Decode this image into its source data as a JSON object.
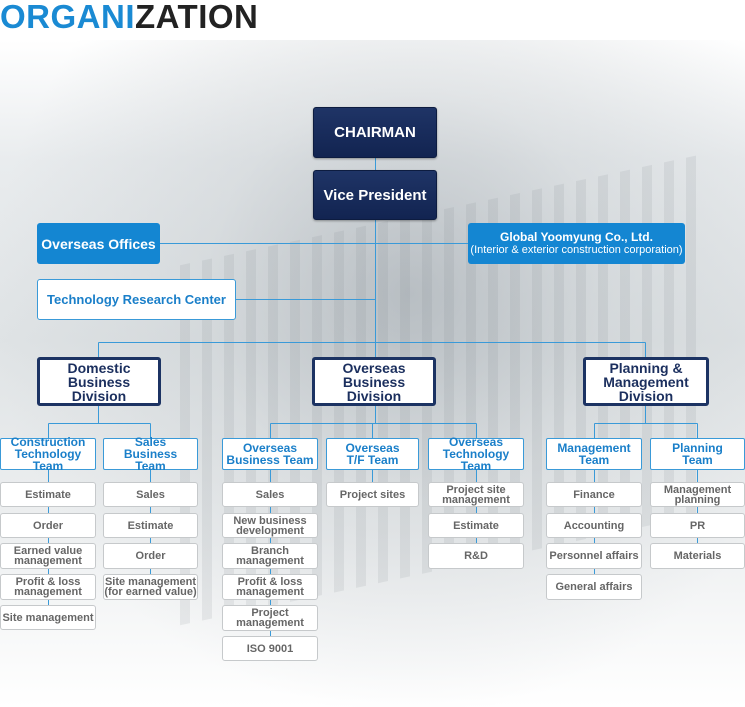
{
  "title": {
    "part1": "ORGANI",
    "part2": "ZATION"
  },
  "colors": {
    "accent": "#1a8ad3",
    "navy": "#1c3363",
    "line": "#3a9ad8"
  },
  "top": {
    "chairman": "CHAIRMAN",
    "vice_president": "Vice President",
    "overseas_offices": "Overseas Offices",
    "global_name": "Global Yoomyung Co., Ltd.",
    "global_desc": "(Interior & exterior construction corporation)",
    "tech_center": "Technology Research Center"
  },
  "divisions": {
    "domestic": "Domestic Business Division",
    "overseas": "Overseas Business Division",
    "planning": "Planning & Management Division"
  },
  "teams": {
    "construction_tech": {
      "name": "Construction Technology Team",
      "items": [
        "Estimate",
        "Order",
        "Earned value management",
        "Profit & loss management",
        "Site management"
      ]
    },
    "sales": {
      "name": "Sales Business Team",
      "items": [
        "Sales",
        "Estimate",
        "Order",
        "Site management (for earned value)"
      ]
    },
    "overseas_business": {
      "name": "Overseas Business Team",
      "items": [
        "Sales",
        "New business development",
        "Branch management",
        "Profit & loss management",
        "Project management",
        "ISO 9001"
      ]
    },
    "overseas_tf": {
      "name": "Overseas T/F Team",
      "items": [
        "Project sites"
      ]
    },
    "overseas_tech": {
      "name": "Overseas Technology Team",
      "items": [
        "Project site management",
        "Estimate",
        "R&D"
      ]
    },
    "management": {
      "name": "Management Team",
      "items": [
        "Finance",
        "Accounting",
        "Personnel affairs",
        "General affairs"
      ]
    },
    "planning": {
      "name": "Planning Team",
      "items": [
        "Management planning",
        "PR",
        "Materials"
      ]
    }
  }
}
